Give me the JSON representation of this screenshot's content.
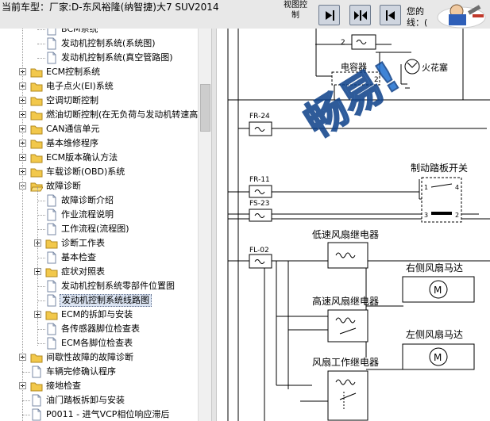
{
  "header": {
    "vehicle_title": "当前车型：厂家:D-东风裕隆(纳智捷)大7 SUV2014",
    "view_control_label": "视图控制",
    "greeting": "您的线：(",
    "logo_text": "畅易!"
  },
  "tree": {
    "items": [
      {
        "label": "BCM系统",
        "toggle": "none",
        "icon": "doc"
      },
      {
        "label": "发动机控制系统(系统图)",
        "toggle": "none",
        "icon": "doc"
      },
      {
        "label": "发动机控制系统(真空管路图)",
        "toggle": "none",
        "icon": "doc"
      },
      {
        "label": "ECM控制系统",
        "toggle": "plus",
        "icon": "folder"
      },
      {
        "label": "电子点火(EI)系统",
        "toggle": "plus",
        "icon": "folder"
      },
      {
        "label": "空调切断控制",
        "toggle": "plus",
        "icon": "folder"
      },
      {
        "label": "燃油切断控制(在无负荷与发动机转速高",
        "toggle": "plus",
        "icon": "folder"
      },
      {
        "label": "CAN通信单元",
        "toggle": "plus",
        "icon": "folder"
      },
      {
        "label": "基本维修程序",
        "toggle": "plus",
        "icon": "folder"
      },
      {
        "label": "ECM版本确认方法",
        "toggle": "plus",
        "icon": "folder"
      },
      {
        "label": "车载诊断(OBD)系统",
        "toggle": "plus",
        "icon": "folder"
      },
      {
        "label": "故障诊断",
        "toggle": "minus",
        "icon": "folder-open"
      },
      {
        "label": "故障诊断介绍",
        "toggle": "none",
        "icon": "doc"
      },
      {
        "label": "作业流程说明",
        "toggle": "none",
        "icon": "doc"
      },
      {
        "label": "工作流程(流程图)",
        "toggle": "none",
        "icon": "doc"
      },
      {
        "label": "诊断工作表",
        "toggle": "plus",
        "icon": "folder"
      },
      {
        "label": "基本检查",
        "toggle": "none",
        "icon": "doc"
      },
      {
        "label": "症状对照表",
        "toggle": "plus",
        "icon": "folder"
      },
      {
        "label": "发动机控制系统零部件位置图",
        "toggle": "none",
        "icon": "doc"
      },
      {
        "label": "发动机控制系统线路图",
        "toggle": "none",
        "icon": "doc",
        "selected": true
      },
      {
        "label": "ECM的拆卸与安装",
        "toggle": "plus",
        "icon": "folder"
      },
      {
        "label": "各传感器脚位检查表",
        "toggle": "none",
        "icon": "doc"
      },
      {
        "label": "ECM各脚位检查表",
        "toggle": "none",
        "icon": "doc"
      },
      {
        "label": "间歇性故障的故障诊断",
        "toggle": "plus",
        "icon": "folder"
      },
      {
        "label": "车辆完修确认程序",
        "toggle": "none",
        "icon": "doc"
      },
      {
        "label": "接地检查",
        "toggle": "plus",
        "icon": "folder"
      },
      {
        "label": "油门踏板拆卸与安装",
        "toggle": "none",
        "icon": "doc"
      },
      {
        "label": "P0011 - 进气VCP相位响应滞后",
        "toggle": "none",
        "icon": "doc"
      }
    ]
  },
  "diagram": {
    "labels": {
      "condenser": "电容器",
      "spark_plug": "火花塞",
      "fr24": "FR-24",
      "fr11": "FR-11",
      "fs23": "FS-23",
      "fl02": "FL-02",
      "brake_switch": "制动踏板开关",
      "low_fan_relay": "低速风扇继电器",
      "right_fan_motor": "右侧风扇马达",
      "high_fan_relay": "高速风扇继电器",
      "left_fan_motor": "左侧风扇马达",
      "fan_work_relay": "风扇工作继电器",
      "motor_symbol": "M",
      "pin1": "1",
      "pin2": "2",
      "pin3": "3",
      "pin4": "4",
      "top_pin2": "2",
      "mid_pin2": "2"
    }
  },
  "colors": {
    "header_bg": "#e8e8e8",
    "folder": "#f2c84b",
    "selected_bg": "#dbe4f2",
    "watermark": "#1e6fd0"
  }
}
